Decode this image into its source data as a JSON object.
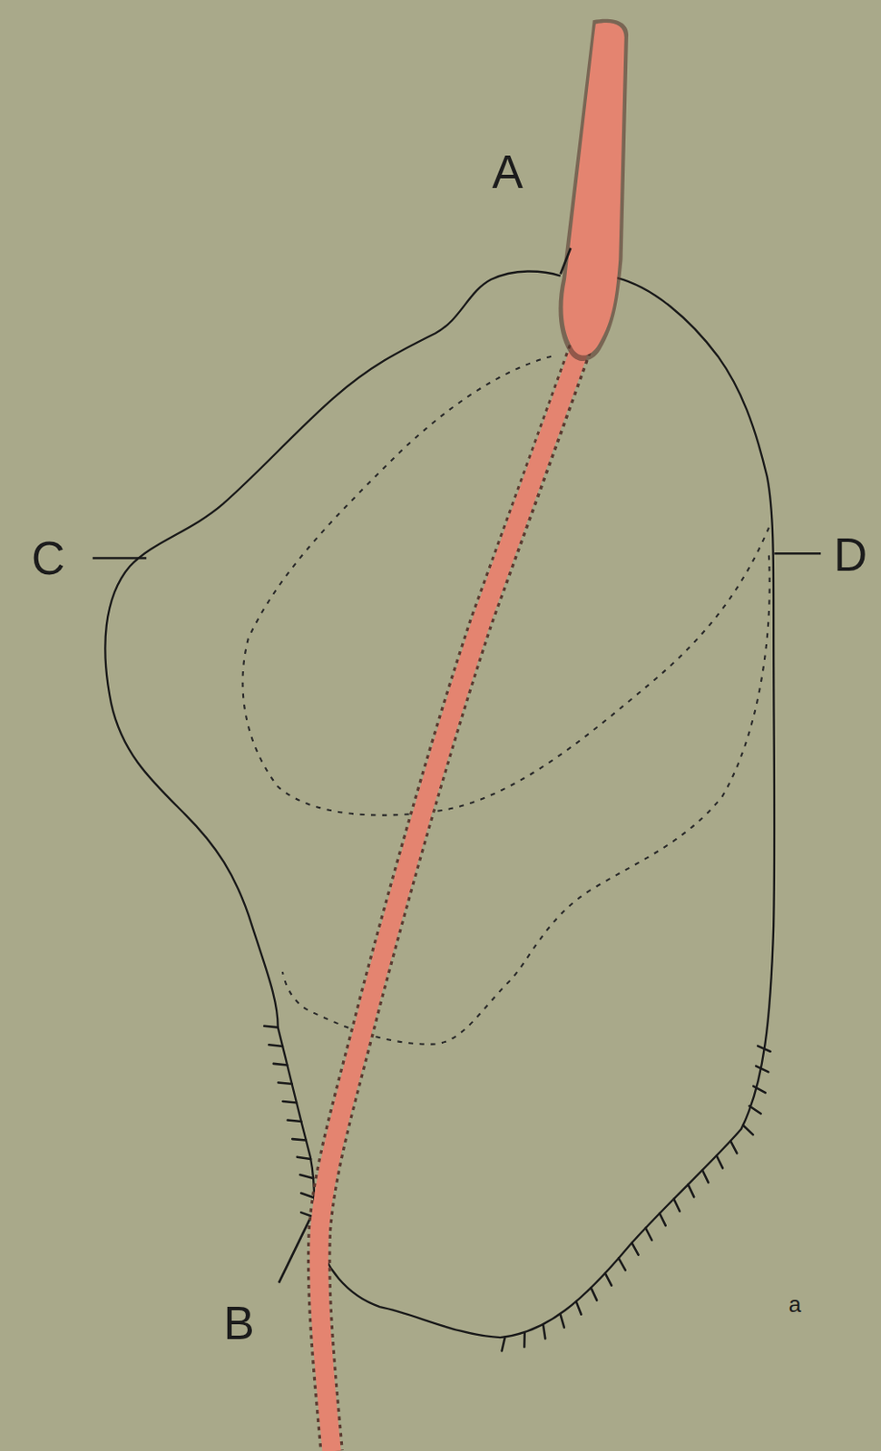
{
  "diagram": {
    "labels": [
      "A",
      "B",
      "C",
      "D",
      "a"
    ]
  }
}
